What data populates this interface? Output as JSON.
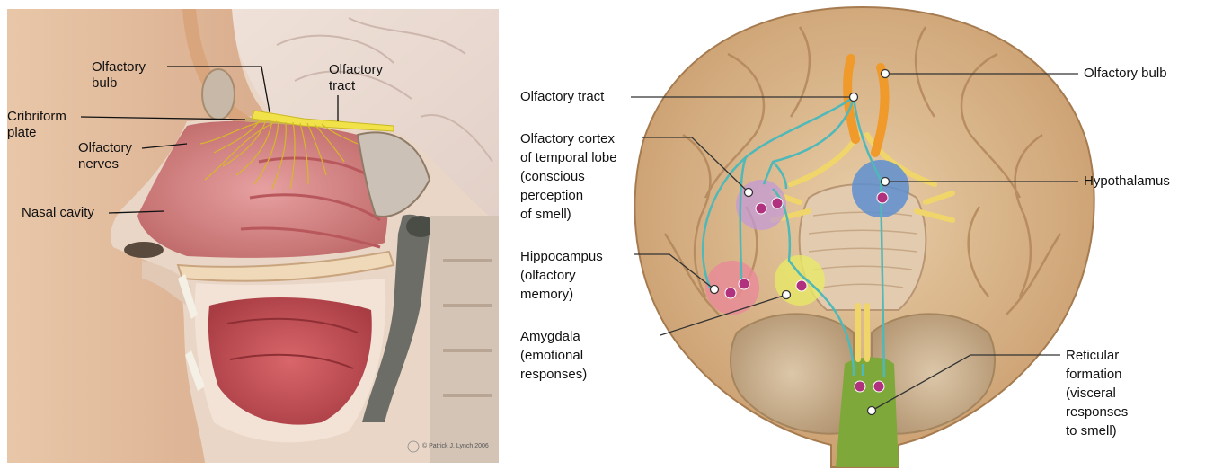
{
  "left_diagram": {
    "labels": {
      "olfactory_bulb": "Olfactory\nbulb",
      "olfactory_tract": "Olfactory\ntract",
      "cribriform_plate": "Cribriform\nplate",
      "olfactory_nerves": "Olfactory\nnerves",
      "nasal_cavity": "Nasal cavity"
    },
    "credit": "© Patrick J. Lynch 2006"
  },
  "right_diagram": {
    "labels": {
      "olfactory_tract": "Olfactory tract",
      "olfactory_cortex": "Olfactory cortex\nof temporal lobe\n(conscious\nperception\nof smell)",
      "hippocampus": "Hippocampus\n(olfactory\nmemory)",
      "amygdala": "Amygdala\n(emotional\nresponses)",
      "olfactory_bulb": "Olfactory bulb",
      "hypothalamus": "Hypothalamus",
      "reticular_formation": "Reticular\nformation\n(visceral\nresponses\nto smell)"
    }
  },
  "colors": {
    "pathway": "#4fb8b8",
    "neuron_dot": "#b0327e",
    "olfactory_cortex_region": "#c39ad6",
    "hippocampus_region": "#e88a99",
    "amygdala_region": "#e7e868",
    "hypothalamus_region": "#5e8fd0",
    "reticular_region": "#7fa83a",
    "olfactory_bulb": "#ef9a2a",
    "nerve_yellow": "#f0d66a",
    "brain_tan": "#d9b58a"
  }
}
